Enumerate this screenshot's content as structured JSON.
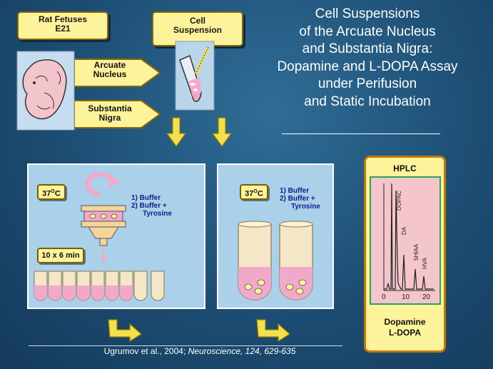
{
  "labels": {
    "rat_fetuses": [
      "Rat Fetuses",
      "E21"
    ],
    "cell_suspension": [
      "Cell",
      "Suspension"
    ],
    "arcuate_nucleus": [
      "Arcuate",
      "Nucleus"
    ],
    "substantia_nigra": [
      "Substantia",
      "Nigra"
    ]
  },
  "title_lines": [
    "Cell Suspensions",
    "of the Arcuate Nucleus",
    "and Substantia Nigra:",
    "Dopamine and L-DOPA Assay",
    "under Perifusion",
    "and Static Incubation"
  ],
  "perifusion_panel": {
    "temperature_base": "37",
    "temperature_sup": "O",
    "temperature_unit": "C",
    "buffers": [
      "1) Buffer",
      "2) Buffer +",
      "Tyrosine"
    ],
    "duration": "10 x 6 min"
  },
  "static_panel": {
    "temperature_base": "37",
    "temperature_sup": "O",
    "temperature_unit": "C",
    "buffers": [
      "1) Buffer",
      "2) Buffer +",
      "Tyrosine"
    ]
  },
  "hplc": {
    "title": "HPLC",
    "peaks": [
      "DOPAC",
      "DA",
      "5HIAA",
      "HVA"
    ],
    "x_ticks": [
      "0",
      "10",
      "20"
    ],
    "result": [
      "Dopamine",
      "L-DOPA"
    ]
  },
  "reference": {
    "authors": "Ugrumov et al., 2004;",
    "journal": "Neuroscience, 124, 629-635"
  },
  "colors": {
    "background": "#1d4d73",
    "label_fill": "#fdf39a",
    "panel_fill": "#abd0ea",
    "hplc_fill": "#f4c6cc",
    "arrow_yellow": "#f3e04a",
    "pink_liquid": "#f2a8c8"
  }
}
